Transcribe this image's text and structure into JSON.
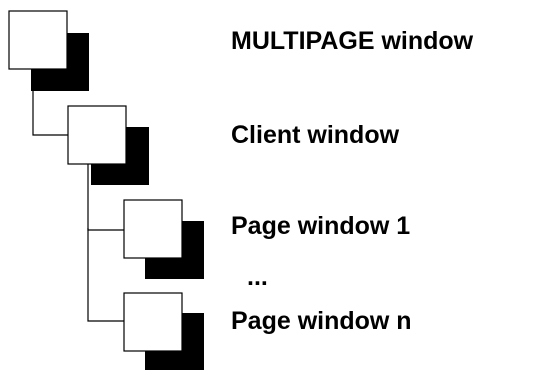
{
  "nodes": [
    {
      "label": "MULTIPAGE window"
    },
    {
      "label": "Client window"
    },
    {
      "label": "Page window 1"
    },
    {
      "label": "Page window n"
    }
  ],
  "ellipsis": "...",
  "colors": {
    "box_fill": "#ffffff",
    "shadow": "#000000",
    "connector": "#000000",
    "text": "#000000"
  }
}
